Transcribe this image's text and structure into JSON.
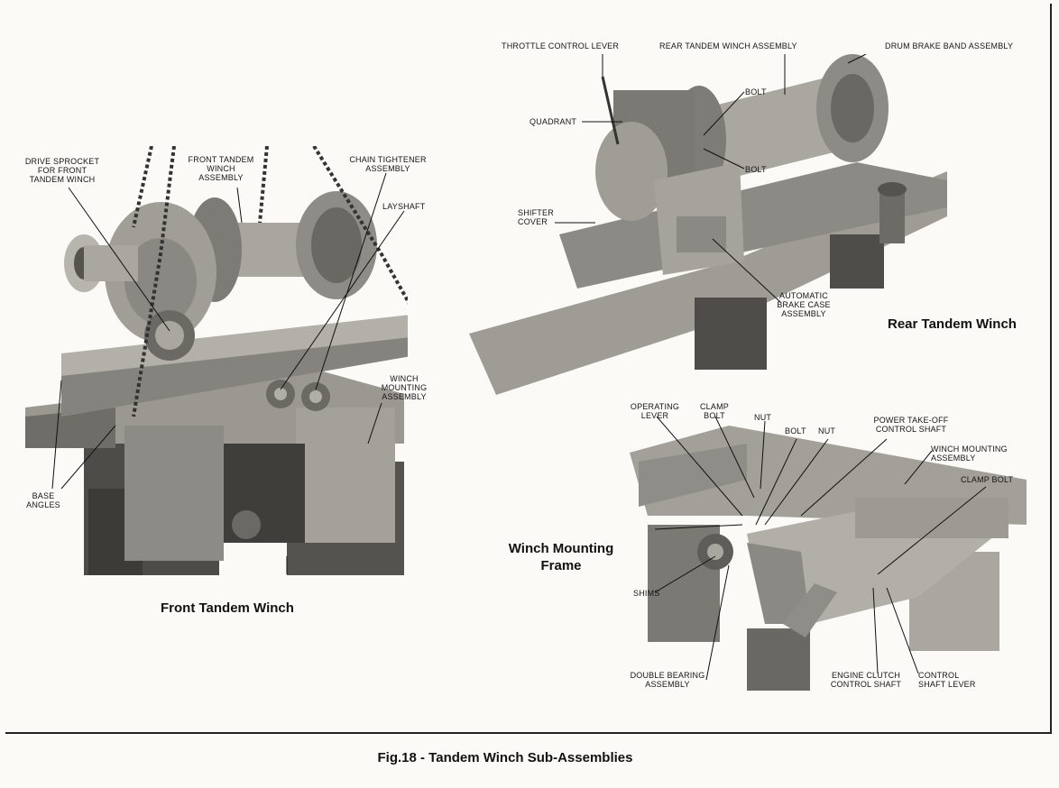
{
  "figure": {
    "caption": "Fig.18 - Tandem Winch Sub-Assemblies"
  },
  "panels": {
    "front": {
      "title": "Front Tandem Winch",
      "labels": {
        "drive_sprocket": "DRIVE SPROCKET\nFOR FRONT\nTANDEM WINCH",
        "front_tandem_winch_assembly": "FRONT TANDEM\nWINCH\nASSEMBLY",
        "chain_tightener": "CHAIN TIGHTENER\nASSEMBLY",
        "layshaft": "LAYSHAFT",
        "winch_mounting_assembly": "WINCH\nMOUNTING\nASSEMBLY",
        "base_angles": "BASE\nANGLES"
      }
    },
    "rear": {
      "title": "Rear Tandem Winch",
      "labels": {
        "throttle_control_lever": "THROTTLE CONTROL LEVER",
        "rear_tandem_winch_assembly": "REAR TANDEM WINCH ASSEMBLY",
        "drum_brake_band_assembly": "DRUM BRAKE BAND ASSEMBLY",
        "bolt_upper": "BOLT",
        "quadrant": "QUADRANT",
        "bolt_lower": "BOLT",
        "shifter_cover": "SHIFTER\nCOVER",
        "automatic_brake_case": "AUTOMATIC\nBRAKE CASE\nASSEMBLY"
      }
    },
    "mounting": {
      "title": "Winch Mounting\nFrame",
      "labels": {
        "operating_lever": "OPERATING\nLEVER",
        "clamp_bolt_top": "CLAMP\nBOLT",
        "nut_left": "NUT",
        "bolt": "BOLT",
        "nut_right": "NUT",
        "power_take_off": "POWER TAKE-OFF\nCONTROL SHAFT",
        "winch_mounting_assembly": "WINCH MOUNTING\nASSEMBLY",
        "clamp_bolt_right": "CLAMP BOLT",
        "shims": "SHIMS",
        "double_bearing": "DOUBLE BEARING\nASSEMBLY",
        "engine_clutch": "ENGINE CLUTCH\nCONTROL SHAFT",
        "control_shaft_lever": "CONTROL\nSHAFT LEVER"
      }
    }
  },
  "colors": {
    "paper": "#fbfaf6",
    "metal_light": "#b3b1a9",
    "metal_mid": "#8c8a84",
    "metal_dark": "#4c4b47",
    "wood": "#6d6b66"
  }
}
